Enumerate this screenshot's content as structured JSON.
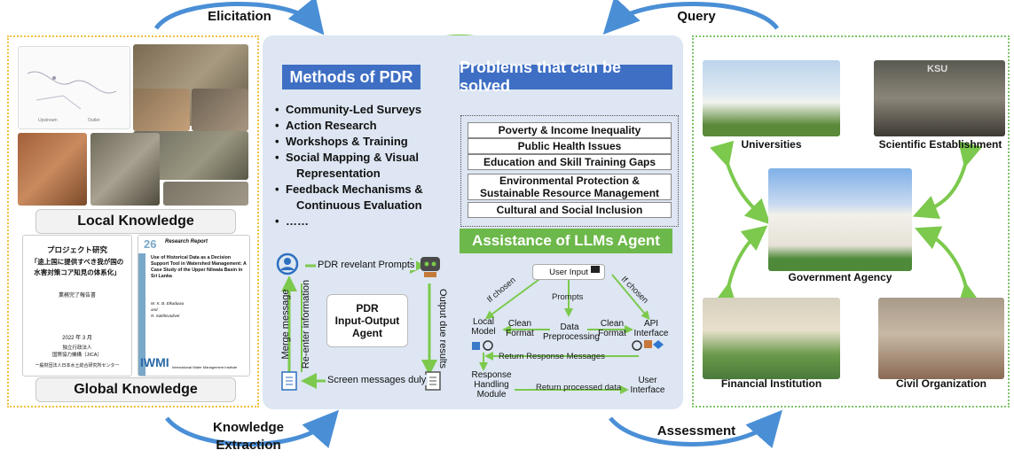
{
  "outer": {
    "elicitation": "Elicitation",
    "query": "Query",
    "knowledge_extraction_line1": "Knowledge",
    "knowledge_extraction_line2": "Extraction",
    "assessment": "Assessment"
  },
  "left": {
    "local_knowledge": "Local Knowledge",
    "global_knowledge": "Global Knowledge",
    "doc1": {
      "title_line1": "プロジェクト研究",
      "title_line2": "「途上国に提供すべき我が国の",
      "title_line3": "水害対策コア知見の体系化」",
      "subtitle": "業務完了報告書",
      "date": "2022 年 3 月",
      "org_line1": "独立行政法人",
      "org_line2": "国際協力機構（JICA）",
      "publisher": "一般財団法人日本水土総合研究所センター"
    },
    "doc2": {
      "number": "26",
      "series": "Research Report",
      "title": "Use of Historical Data as a Decision Support Tool in Watershed Management: A Case Study of the Upper Nilwala Basin in Sri Lanka",
      "authors_line1": "W. K. B. Elkaduwa",
      "authors_line2": "and",
      "authors_line3": "R. Sakthivadivel",
      "logo": "IWMI",
      "institute": "International Water Management Institute"
    },
    "sketch_labels": [
      "Upstream",
      "Outlet"
    ]
  },
  "center": {
    "methods_title": "Methods of PDR",
    "methods": [
      "Community-Led Surveys",
      "Action Research",
      "Workshops & Training",
      "Social Mapping & Visual",
      "Representation",
      "Feedback Mechanisms &",
      "Continuous Evaluation",
      "……"
    ],
    "problems_title": "Problems that can be solved",
    "problems": [
      "Poverty & Income Inequality",
      "Public Health Issues",
      "Education and Skill Training Gaps",
      "Environmental Protection &",
      "Sustainable Resource Management",
      "Cultural and Social Inclusion"
    ],
    "llm_title": "Assistance of LLMs Agent",
    "agent": {
      "prompts_label": "PDR revelant Prompts",
      "output_label": "Output due results",
      "screen_label": "Screen messages duly",
      "merge_label": "Merge message",
      "reenter_label": "Re-enter information",
      "box_line1": "PDR",
      "box_line2": "Input-Output",
      "box_line3": "Agent"
    },
    "pipeline": {
      "user_input": "User Input",
      "if_chosen_left": "If chosen",
      "if_chosen_right": "If chosen",
      "prompts": "Prompts",
      "local_model_line1": "Local",
      "local_model_line2": "Model",
      "clean_format_line1": "Clean",
      "clean_format_line2": "Format",
      "data_prep_line1": "Data",
      "data_prep_line2": "Preprocessing",
      "api_line1": "API",
      "api_line2": "Interface",
      "return_response": "Return Response Messages",
      "response_line1": "Response",
      "response_line2": "Handling",
      "response_line3": "Module",
      "return_processed": "Return processed data",
      "ui_line1": "User",
      "ui_line2": "Interface"
    }
  },
  "right": {
    "universities": "Universities",
    "scientific": "Scientific Establishment",
    "government": "Government Agency",
    "financial": "Financial Institution",
    "civil": "Civil Organization",
    "ksu_sign": "KSU"
  },
  "colors": {
    "arrow_blue": "#4a8fd6",
    "arrow_green": "#7cc94d",
    "title_blue": "#3f6fc4",
    "title_green": "#6cb84a",
    "panel_bg": "#dde6f2"
  }
}
